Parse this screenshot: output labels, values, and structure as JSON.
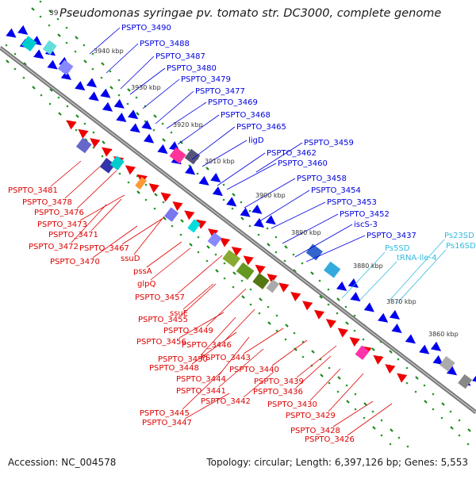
{
  "map": {
    "title": "Pseudomonas syringae pv. tomato str. DC3000, complete genome",
    "title_partial_tick": "39",
    "accession": "Accession: NC_004578",
    "topology": "Topology: circular; Length: 6,397,126 bp; Genes: 5,553"
  },
  "ticks": [
    "3940 kbp",
    "3930 kbp",
    "3920 kbp",
    "3910 kbp",
    "3900 kbp",
    "3890 kbp",
    "3880 kbp",
    "3870 kbp",
    "3860 kbp"
  ],
  "labels_upper": [
    "PSPTO_3490",
    "PSPTO_3488",
    "PSPTO_3487",
    "PSPTO_3480",
    "PSPTO_3479",
    "PSPTO_3477",
    "PSPTO_3469",
    "PSPTO_3468",
    "PSPTO_3465",
    "ligD",
    "PSPTO_3459",
    "PSPTO_3462",
    "PSPTO_3460",
    "PSPTO_3458",
    "PSPTO_3454",
    "PSPTO_3453",
    "PSPTO_3452",
    "iscS-3",
    "PSPTO_3437"
  ],
  "labels_rna": [
    "Ps23SD",
    "Ps16SD",
    "Ps5SD",
    "tRNA-Ile-4"
  ],
  "labels_lower": [
    "PSPTO_3481",
    "PSPTO_3478",
    "PSPTO_3476",
    "PSPTO_3473",
    "PSPTO_3471",
    "PSPTO_3472",
    "PSPTO_3467",
    "PSPTO_3470",
    "ssuD",
    "pssA",
    "glpQ",
    "PSPTO_3457",
    "ssuE",
    "PSPTO_3455",
    "PSPTO_3449",
    "PSPTO_3456",
    "PSPTO_3446",
    "PSPTO_3450",
    "PSPTO_3443",
    "PSPTO_3448",
    "PSPTO_3444",
    "PSPTO_3440",
    "PSPTO_3439",
    "PSPTO_3441",
    "PSPTO_3442",
    "PSPTO_3436",
    "PSPTO_3445",
    "PSPTO_3447",
    "PSPTO_3430",
    "PSPTO_3429",
    "PSPTO_3428",
    "PSPTO_3426"
  ],
  "colors": {
    "backbone": "#777777",
    "forward_cds": "#0000ee",
    "reverse_cds": "#ee0000",
    "rna": "#33bbdd",
    "gc_skew": "#22aa22"
  }
}
